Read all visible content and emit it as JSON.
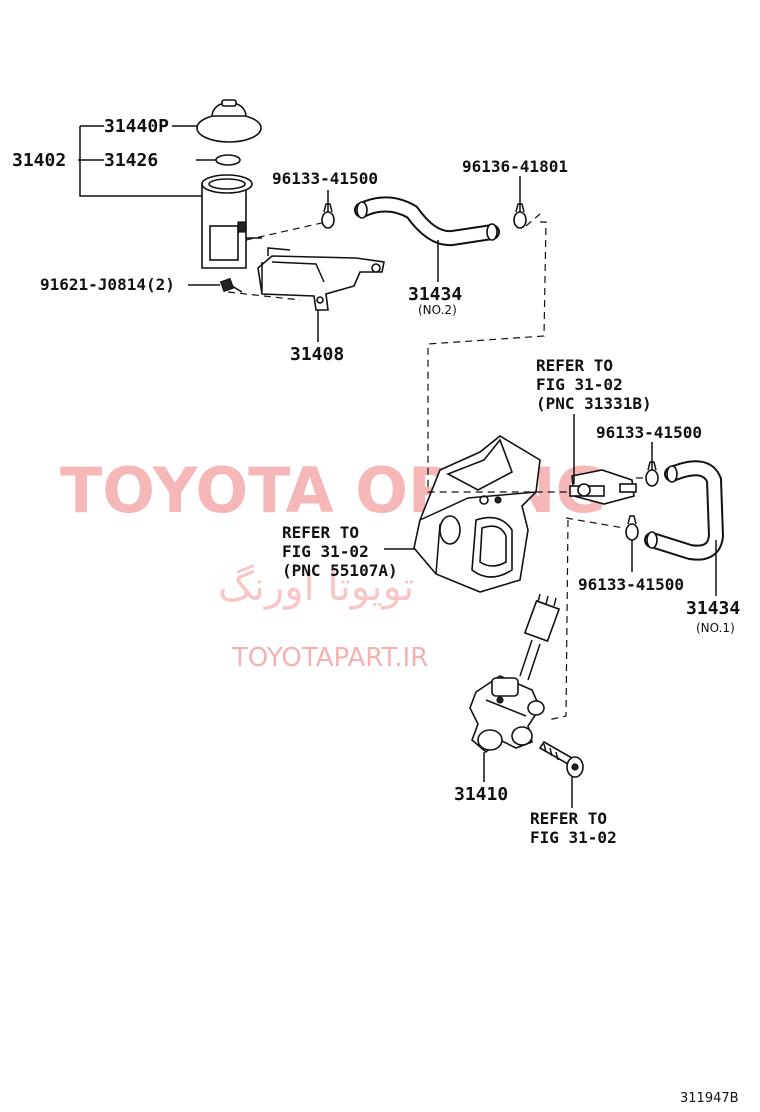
{
  "parts": {
    "reservoir_assy": "31402",
    "cap": "31440P",
    "gasket": "31426",
    "bracket": "31408",
    "bolt": "91621-J0814(2)",
    "clip_upper": "96133-41500",
    "clip_top_right": "96136-41801",
    "hose_no2": "31434",
    "hose_no2_sub": "(NO.2)",
    "clip_right_upper": "96133-41500",
    "clip_right_lower": "96133-41500",
    "hose_no1": "31434",
    "hose_no1_sub": "(NO.1)",
    "release_cylinder": "31410"
  },
  "refs": {
    "ref_pnc31331b": [
      "REFER TO",
      "FIG 31-02",
      "(PNC 31331B)"
    ],
    "ref_pnc55107a": [
      "REFER TO",
      "FIG 31-02",
      "(PNC 55107A)"
    ],
    "ref_fig3102": [
      "REFER TO",
      "FIG 31-02"
    ]
  },
  "watermarks": {
    "brand": "TOYOTA ORANG",
    "persian": "تویوتا اورنگ",
    "site": "TOYOTAPART.IR"
  },
  "figure_number": "311947B",
  "colors": {
    "line": "#111111",
    "watermark": "#f2a0a0"
  }
}
